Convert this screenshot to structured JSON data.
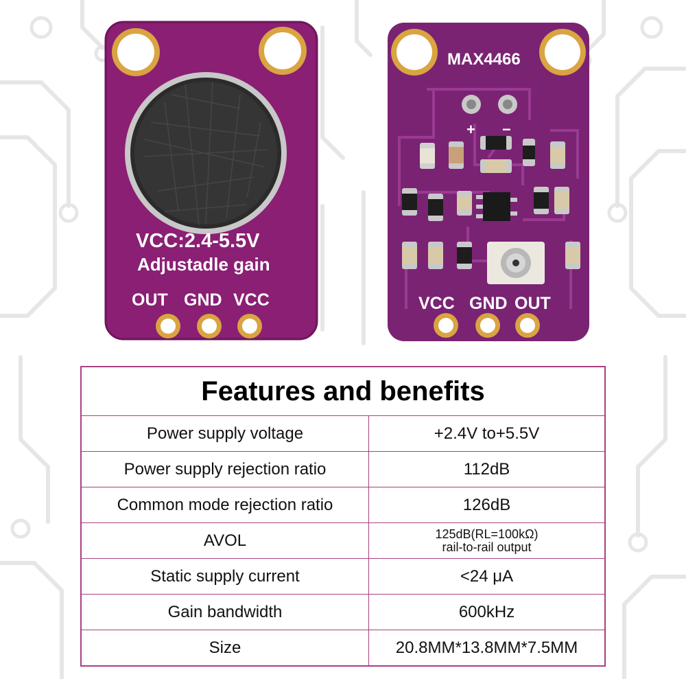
{
  "colors": {
    "pcb": "#8a1f73",
    "pcb_dark": "#5e1250",
    "gold": "#d9a441",
    "table_border": "#a8407f",
    "trace_bg": "#ececec"
  },
  "left_board": {
    "line1": "VCC:2.4-5.5V",
    "line2": "Adjustadle gain",
    "pins": [
      "OUT",
      "GND",
      "VCC"
    ]
  },
  "right_board": {
    "chip_label": "MAX4466",
    "plus": "+",
    "minus": "−",
    "pins": [
      "VCC",
      "GND",
      "OUT"
    ]
  },
  "table": {
    "title": "Features and benefits",
    "rows": [
      {
        "param": "Power supply voltage",
        "value": "+2.4V to+5.5V"
      },
      {
        "param": "Power supply rejection ratio",
        "value": "112dB"
      },
      {
        "param": "Common mode rejection ratio",
        "value": "126dB"
      },
      {
        "param": "AVOL",
        "value_line1": "125dB(RL=100kΩ)",
        "value_line2": "rail-to-rail output"
      },
      {
        "param": "Static supply current",
        "value": "<24 μA"
      },
      {
        "param": "Gain bandwidth",
        "value": "600kHz"
      },
      {
        "param": "Size",
        "value": "20.8MM*13.8MM*7.5MM"
      }
    ]
  }
}
